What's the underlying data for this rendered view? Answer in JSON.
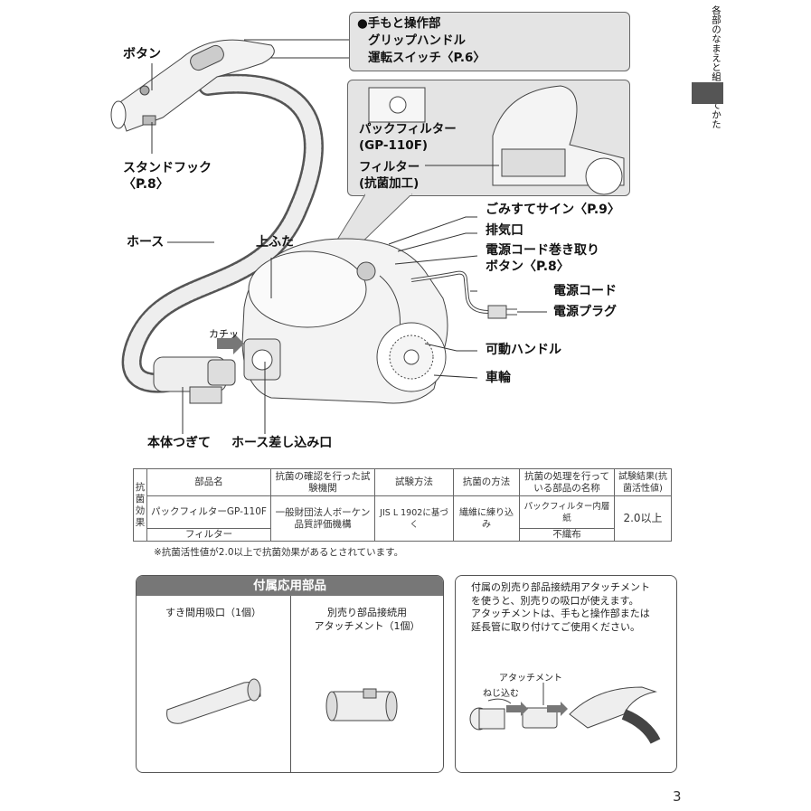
{
  "sidebar": {
    "title": "各部のなまえと組み立てかた"
  },
  "callouts": {
    "hand": [
      "●手もと操作部",
      "グリップハンドル",
      "運転スイッチ〈P.6〉"
    ],
    "filter": {
      "pack": [
        "パックフィルター",
        "(GP-110F)"
      ],
      "filter": [
        "フィルター",
        "(抗菌加工)"
      ]
    }
  },
  "labels": {
    "button": "ボタン",
    "stand_hook": [
      "スタンドフック",
      "〈P.8〉"
    ],
    "hose": "ホース",
    "top_lid": "上ふた",
    "click": "カチッ",
    "joint": "本体つぎて",
    "hose_inlet": "ホース差し込み口",
    "dust_sign": "ごみすてサイン〈P.9〉",
    "exhaust": "排気口",
    "cord_button": [
      "電源コード巻き取り",
      "ボタン〈P.8〉"
    ],
    "cord": "電源コード",
    "plug": "電源プラグ",
    "handle": "可動ハンドル",
    "wheel": "車輪"
  },
  "table": {
    "side_label": "抗菌効果",
    "headers": [
      "部品名",
      "抗菌の確認を行った試験機関",
      "試験方法",
      "抗菌の方法",
      "抗菌の処理を行っている部品の名称",
      "試験結果(抗菌活性値)"
    ],
    "row1_part": "パックフィルターGP-110F",
    "row2_part": "フィルター",
    "institution": "一般財団法人ボーケン品質評価機構",
    "method": "JIS L 1902に基づく",
    "antibac_method": "繊維に練り込み",
    "row1_component": "パックフィルター内層紙",
    "row2_component": "不織布",
    "result": "2.0以上"
  },
  "note": "※抗菌活性値が2.0以上で抗菌効果があるとされています。",
  "accessories": {
    "title": "付属応用部品",
    "item1": "すき間用吸口（1個）",
    "item2": [
      "別売り部品接続用",
      "アタッチメント（1個）"
    ]
  },
  "info": {
    "text": [
      "付属の別売り部品接続用アタッチメント",
      "を使うと、別売りの吸口が使えます。",
      "アタッチメントは、手もと操作部または",
      "延長管に取り付けてご使用ください。"
    ],
    "attachment_label": "アタッチメント",
    "screw_label": "ねじ込む"
  },
  "page_number": "3"
}
